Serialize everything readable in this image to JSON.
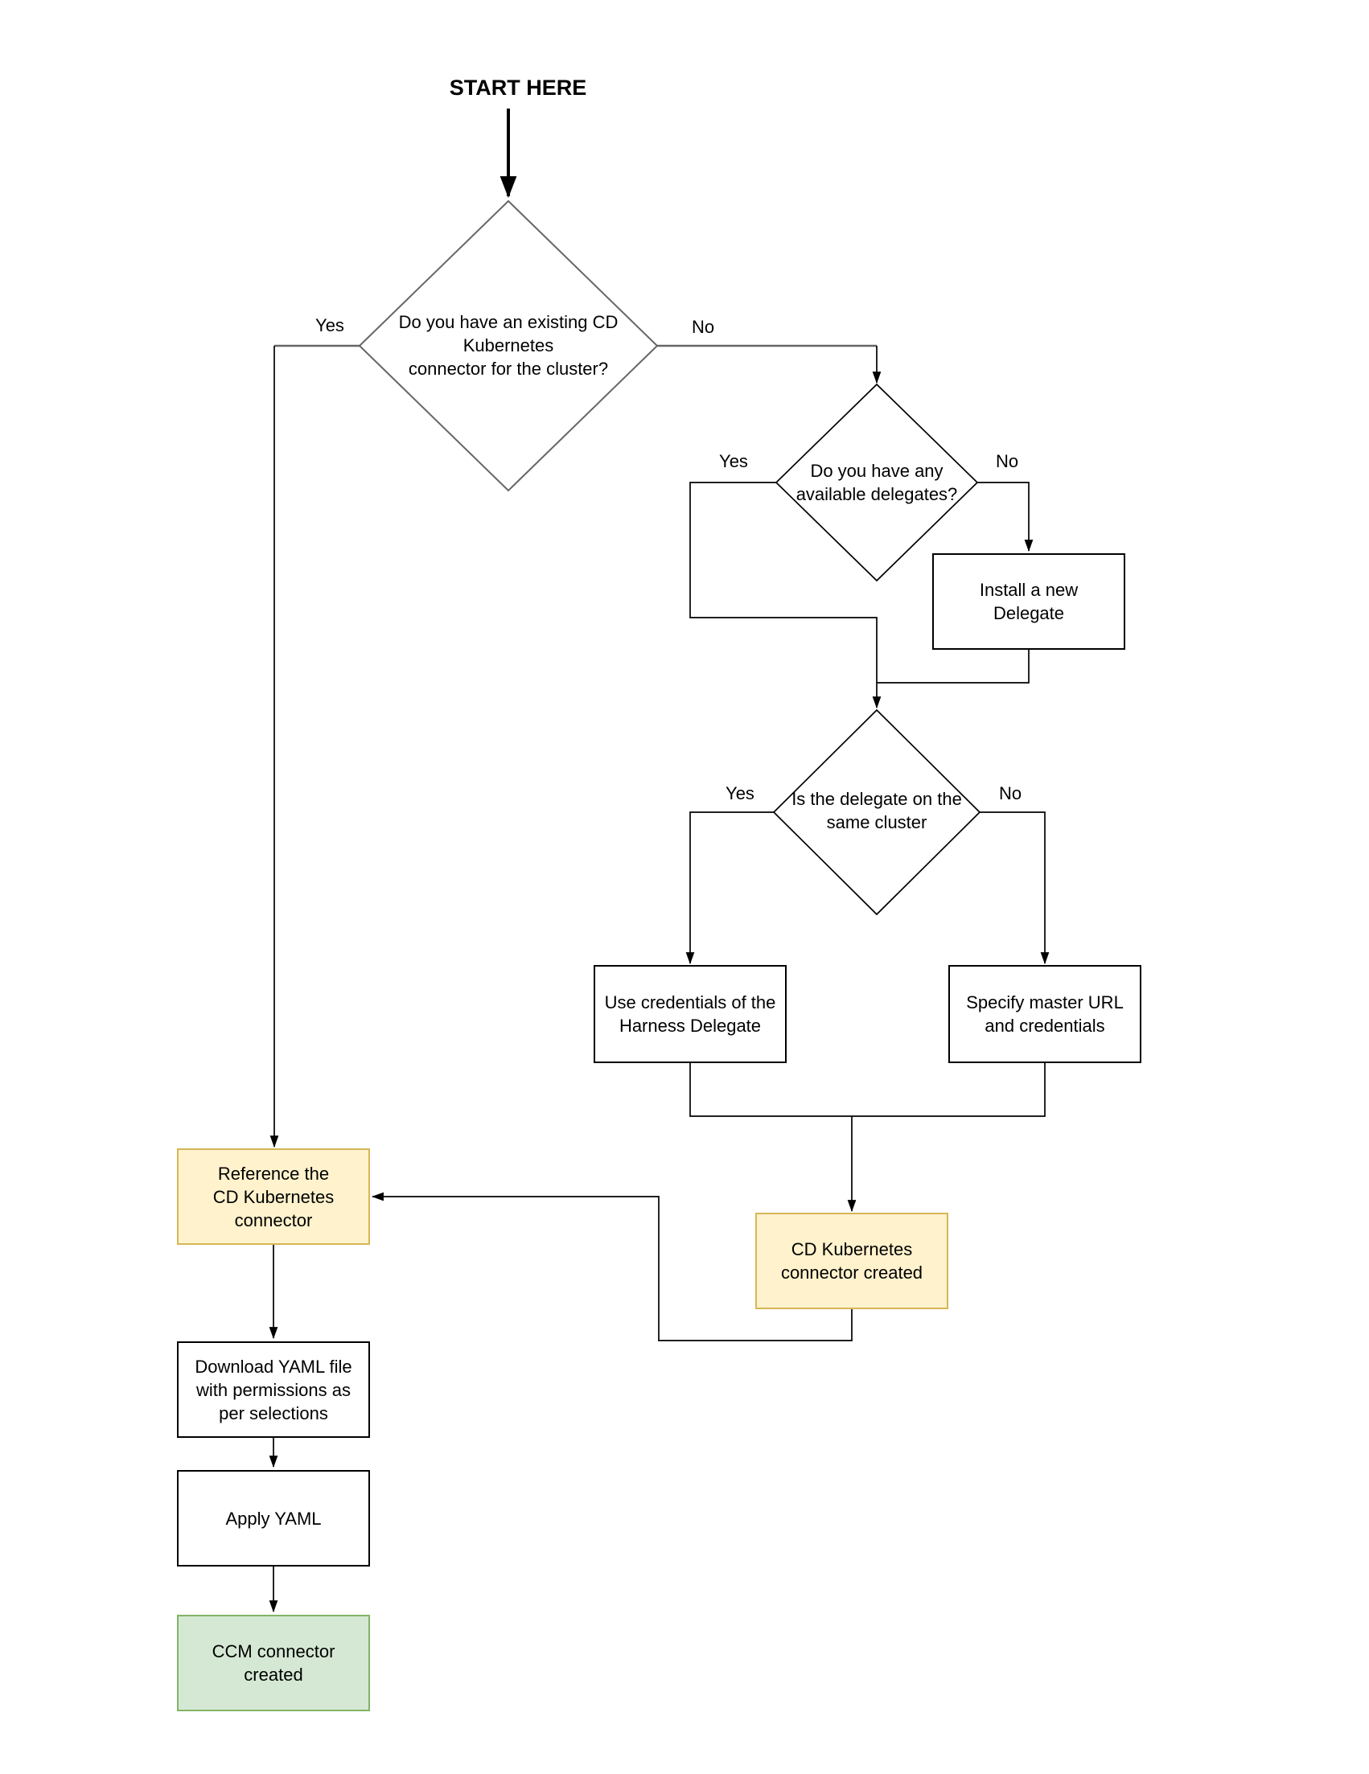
{
  "title": "START HERE",
  "nodes": {
    "decision_existing_connector": {
      "label": "Do you have an existing CD\nKubernetes\nconnector for the cluster?",
      "type": "decision"
    },
    "decision_available_delegates": {
      "label": "Do you have any\navailable delegates?",
      "type": "decision"
    },
    "install_delegate": {
      "label": "Install a new\nDelegate",
      "type": "process"
    },
    "decision_same_cluster": {
      "label": "Is the delegate on the\nsame cluster",
      "type": "decision"
    },
    "use_credentials": {
      "label": "Use credentials of the\nHarness Delegate",
      "type": "process"
    },
    "specify_master_url": {
      "label": "Specify master URL\nand credentials",
      "type": "process"
    },
    "cd_connector_created": {
      "label": "CD Kubernetes\nconnector created",
      "type": "milestone"
    },
    "reference_connector": {
      "label": "Reference the\nCD Kubernetes\nconnector",
      "type": "milestone"
    },
    "download_yaml": {
      "label": "Download YAML file\nwith permissions as\nper selections",
      "type": "process"
    },
    "apply_yaml": {
      "label": "Apply YAML",
      "type": "process"
    },
    "ccm_connector_created": {
      "label": "CCM connector\ncreated",
      "type": "end"
    }
  },
  "branch_labels": {
    "d1_yes": "Yes",
    "d1_no": "No",
    "d2_yes": "Yes",
    "d2_no": "No",
    "d3_yes": "Yes",
    "d3_no": "No"
  },
  "colors": {
    "milestone_fill": "#fff2cc",
    "milestone_border": "#d6b656",
    "end_fill": "#d5e8d4",
    "end_border": "#82b366",
    "line_black": "#000000",
    "line_gray": "#666666",
    "shape_fill": "#ffffff"
  }
}
